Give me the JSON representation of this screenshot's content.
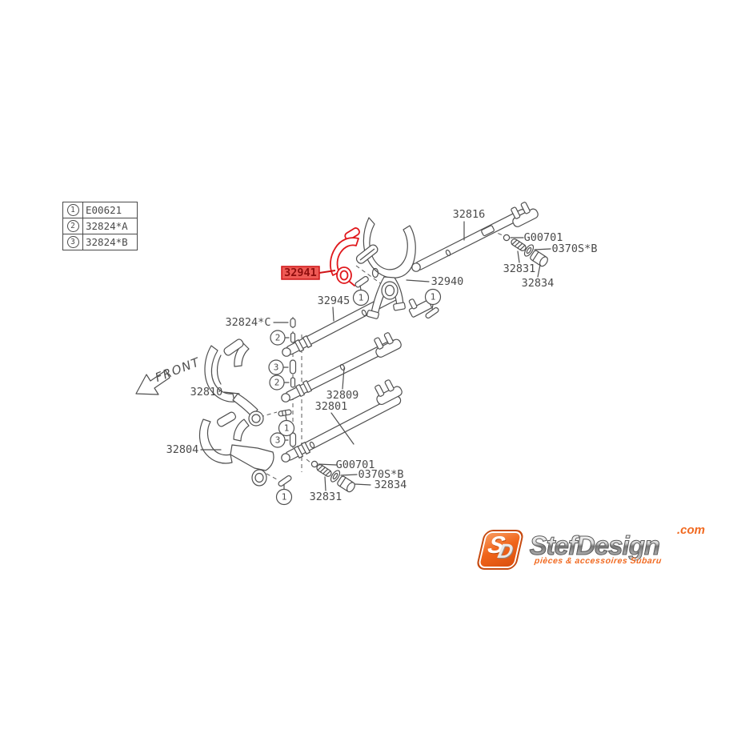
{
  "colors": {
    "line": "#4f4f4f",
    "text": "#4a4a4a",
    "highlight": "#e0181c",
    "logo_orange": "#f16a21"
  },
  "legend": {
    "rows": [
      {
        "num": "1",
        "code": "E00621"
      },
      {
        "num": "2",
        "code": "32824*A"
      },
      {
        "num": "3",
        "code": "32824*B"
      }
    ]
  },
  "front_label": "FRONT",
  "parts": {
    "rail_32816": "32816",
    "ball_g00701_top": "G00701",
    "washer_0370sb_top": "0370S*B",
    "spring_32831_top": "32831",
    "bolt_32834_top": "32834",
    "fork_32940": "32940",
    "insert_32941": "32941",
    "rail_32945": "32945",
    "set_32824c": "32824*C",
    "fork_32810": "32810",
    "rail_32809": "32809",
    "rail_32801": "32801",
    "fork_32804": "32804",
    "ball_g00701_bottom": "G00701",
    "washer_0370sb_bottom": "0370S*B",
    "spring_32831_bottom": "32831",
    "bolt_32834_bottom": "32834"
  },
  "callouts": {
    "c1": "1",
    "c2": "1",
    "c3": "2",
    "c4": "3",
    "c5": "2",
    "c6": "1",
    "c7": "3",
    "c8": "1"
  },
  "logo": {
    "monogram_s": "S",
    "monogram_d": "D",
    "wordmark": "StefDesign",
    "tld": ".com",
    "tagline": "pièces & accessoires Subaru"
  }
}
